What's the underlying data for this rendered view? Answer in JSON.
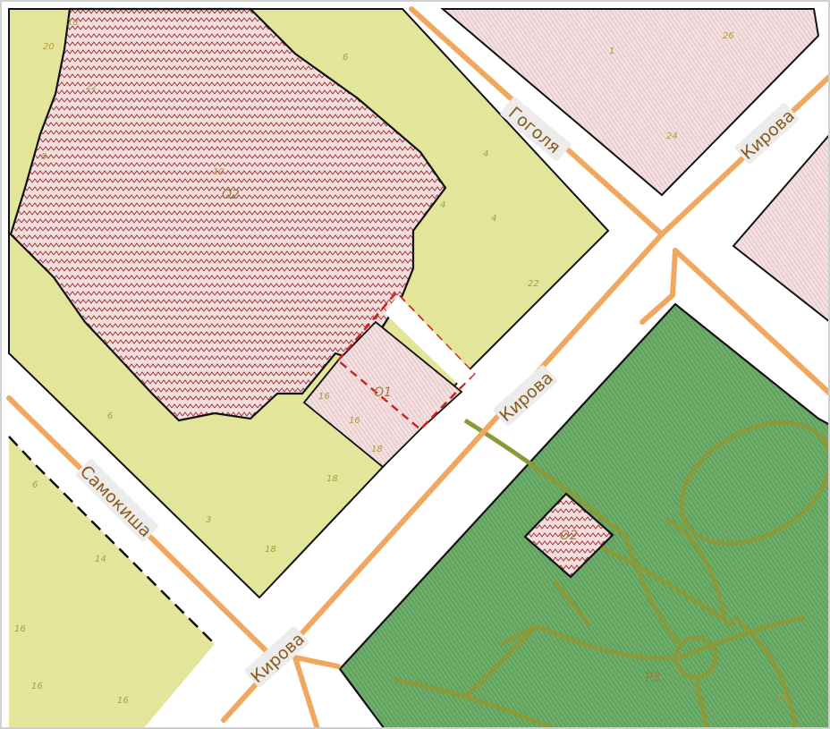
{
  "streets": {
    "gogolya": "Гоголя",
    "kirova_top": "Кирова",
    "kirova_mid": "Кирова",
    "kirova_bottom": "Кирова",
    "samokisha": "Самокиша"
  },
  "zones": {
    "o2_large": "О2",
    "o1": "О1",
    "o2_small": "О2",
    "r3": "Р3"
  },
  "house_numbers": {
    "n18_tl": "18",
    "n20": "20",
    "n6_top": "6",
    "n22_tl": "22",
    "n5": "5",
    "n4_a": "4",
    "n4_b": "4",
    "n4_c": "4",
    "n22_mid": "22",
    "n1": "1",
    "n26": "26",
    "n24": "24",
    "n10": "10",
    "n16_a": "16",
    "n16_b": "16",
    "n18_o1": "18",
    "n6_left": "6",
    "n18_mid": "18",
    "n6_lower": "6",
    "n3": "3",
    "n14": "14",
    "n18_low": "18",
    "n16_c": "16",
    "n16_d": "16",
    "n16_e": "16",
    "n15": "15"
  },
  "colors": {
    "road": "#ffffff",
    "road_line": "#f0a860",
    "residential": "#e3e69a",
    "public": "#f3dede",
    "hatch_red": "#b03030",
    "park": "#6fae6a",
    "park_path": "#8a9a3a",
    "border": "#111111",
    "o1_border": "#d02020"
  }
}
